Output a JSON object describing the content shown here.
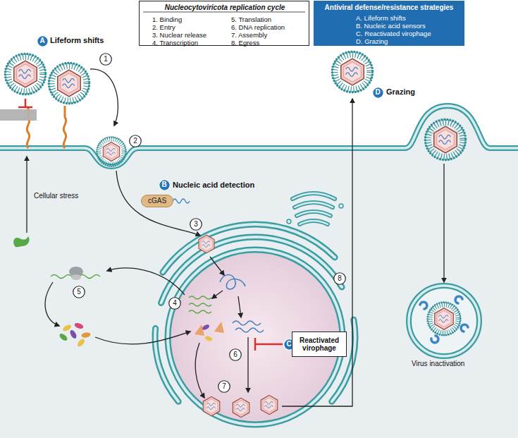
{
  "diagram": {
    "nodes": [
      {
        "text": [
          "Nucleocytoviricota replication cycle",
          "1. Binding",
          "2. Entry",
          "3. Nuclear release",
          "4. Transcription",
          "5. Translation",
          "6. DNA replication",
          "7. Assembly",
          "8. Egress"
        ]
      },
      {
        "text": [
          "Antiviral defense/resistance strategies",
          "A. Lifeform shifts",
          "B. Nucleic acid sensors",
          "C. Reactivated virophage",
          "D. Grazing"
        ]
      },
      {
        "text": [
          "A"
        ]
      },
      {
        "text": [
          "1"
        ]
      },
      {
        "text": [
          "2"
        ]
      },
      {
        "text": [
          "D"
        ]
      },
      {
        "text": [
          "B"
        ]
      },
      {
        "text": [
          "cGAS"
        ]
      },
      {
        "text": [
          "3"
        ]
      },
      {
        "text": [
          "5"
        ]
      },
      {
        "text": [
          "4"
        ]
      },
      {
        "text": [
          "8"
        ]
      },
      {
        "text": [
          "C"
        ]
      },
      {
        "text": [
          "Reactivated virophage"
        ]
      },
      {
        "text": [
          "6"
        ]
      },
      {
        "text": [
          "7"
        ]
      }
    ],
    "labels": [
      "Lifeform shifts",
      "Cellular stress",
      "Nucleic acid detection",
      "Grazing",
      "Virus inactivation"
    ]
  }
}
